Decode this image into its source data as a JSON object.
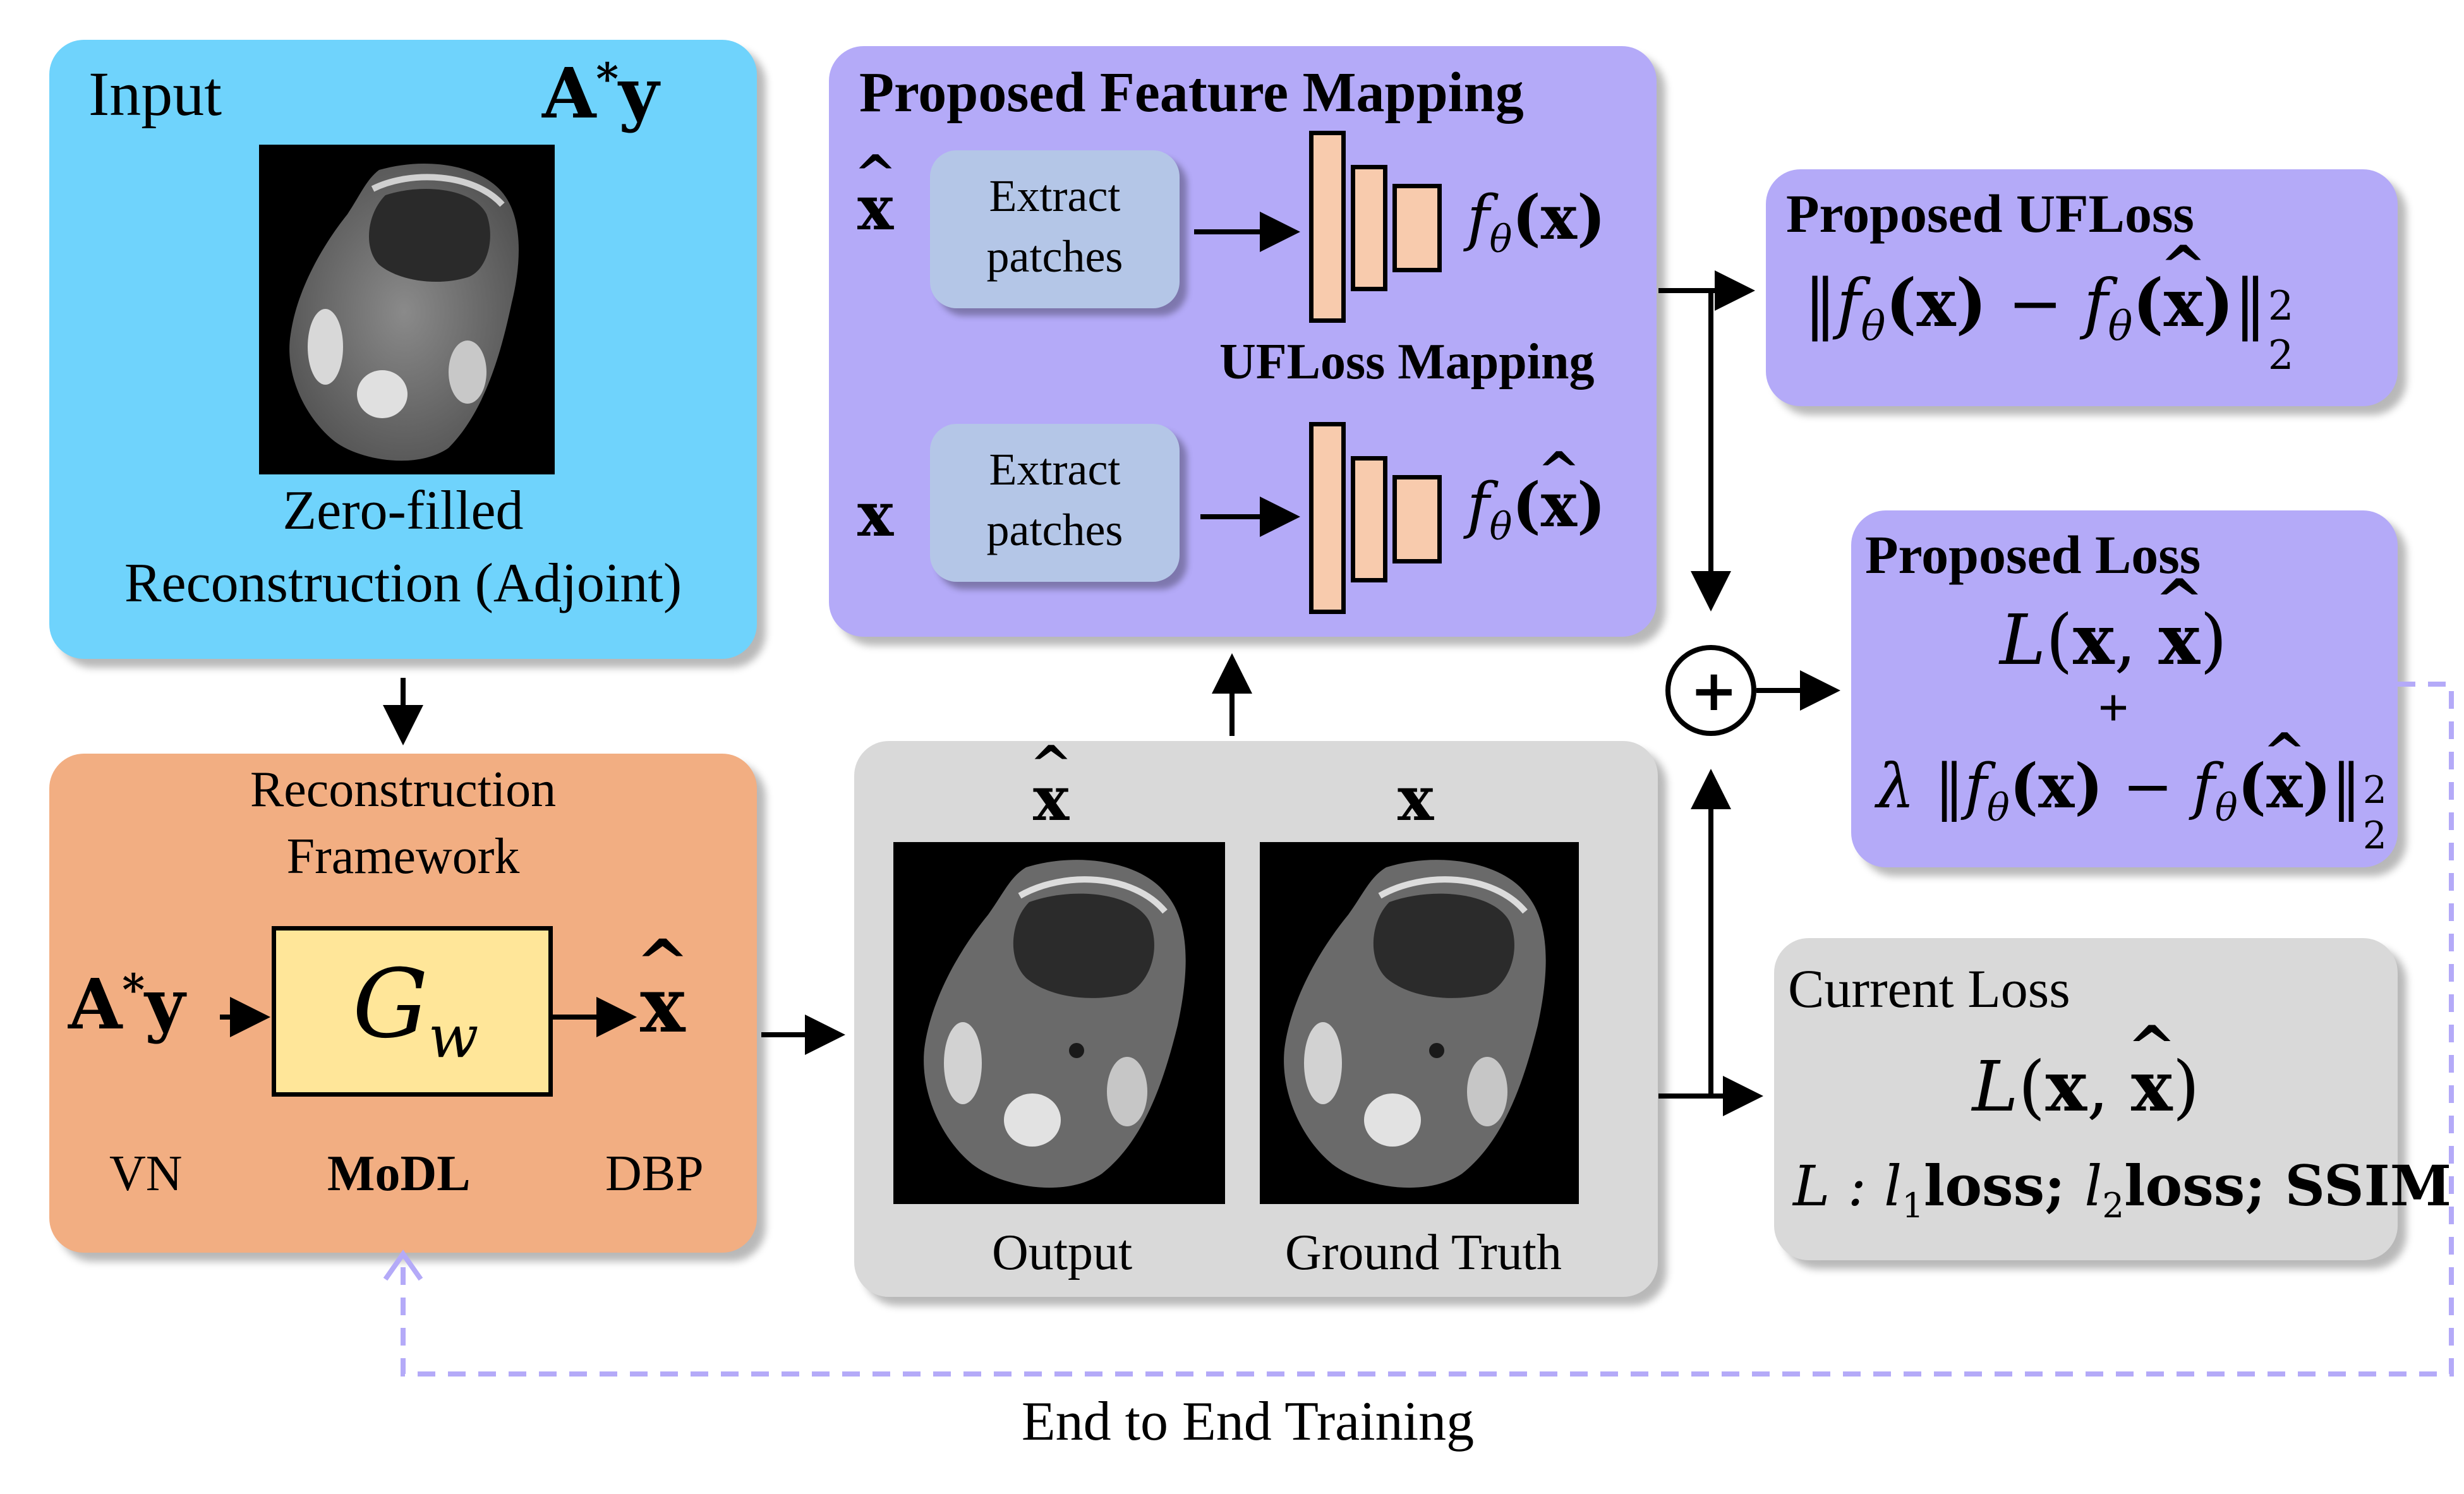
{
  "input": {
    "title": "Input",
    "symbol_main": "A",
    "symbol_sup": "*",
    "symbol_tail": "y",
    "caption_line1": "Zero-filled",
    "caption_line2": "Reconstruction (Adjoint)"
  },
  "framework": {
    "title_line1": "Reconstruction",
    "title_line2": "Framework",
    "input_main": "A",
    "input_sup": "*",
    "input_tail": "y",
    "model_symbol": "G",
    "model_sub": "w",
    "output_symbol": "x",
    "options": [
      "VN",
      "MoDL",
      "DBP"
    ]
  },
  "feature_mapping": {
    "title": "Proposed Feature Mapping",
    "rows": [
      {
        "input": "x",
        "hat": true,
        "button_line1": "Extract",
        "button_line2": "patches",
        "output_fn": "f",
        "output_sub": "θ",
        "output_arg": "(x)",
        "output_arg_hat": false
      },
      {
        "input": "x",
        "hat": false,
        "button_line1": "Extract",
        "button_line2": "patches",
        "output_fn": "f",
        "output_sub": "θ",
        "output_arg": "(x)",
        "output_arg_hat": true
      }
    ],
    "mapping_label": "UFLoss Mapping"
  },
  "images": {
    "left_symbol": "x",
    "right_symbol": "x",
    "left_caption": "Output",
    "right_caption": "Ground Truth"
  },
  "ufloss": {
    "title": "Proposed UFLoss",
    "formula": "‖ f(x) − f(x̂) ‖",
    "exp": "2",
    "subscript": "2"
  },
  "proposed_loss": {
    "title": "Proposed Loss",
    "line1": "L(x, x̂)",
    "plus": "+",
    "line3": "λ ‖ f(x) − f(x̂) ‖",
    "exp": "2",
    "subscript": "2"
  },
  "current_loss": {
    "title": "Current Loss",
    "formula": "L(x, x̂)",
    "desc_prefix": "L : ",
    "desc_l1": "l",
    "desc_l1_sub": "1",
    "desc_loss1": "loss; ",
    "desc_l2": "l",
    "desc_l2_sub": "2",
    "desc_loss2": "loss; SSIM"
  },
  "sum_symbol": "+",
  "footer": "End to End Training",
  "colors": {
    "input_bg": "#6fd3fc",
    "framework_bg": "#f2ae82",
    "model_bg": "#ffe699",
    "feature_bg": "#b4aaf8",
    "gray_bg": "#d9d9d9",
    "patch_bg": "#b4c6e7",
    "layer_bg": "#f8cbad",
    "dashed": "#b4aaf8"
  }
}
